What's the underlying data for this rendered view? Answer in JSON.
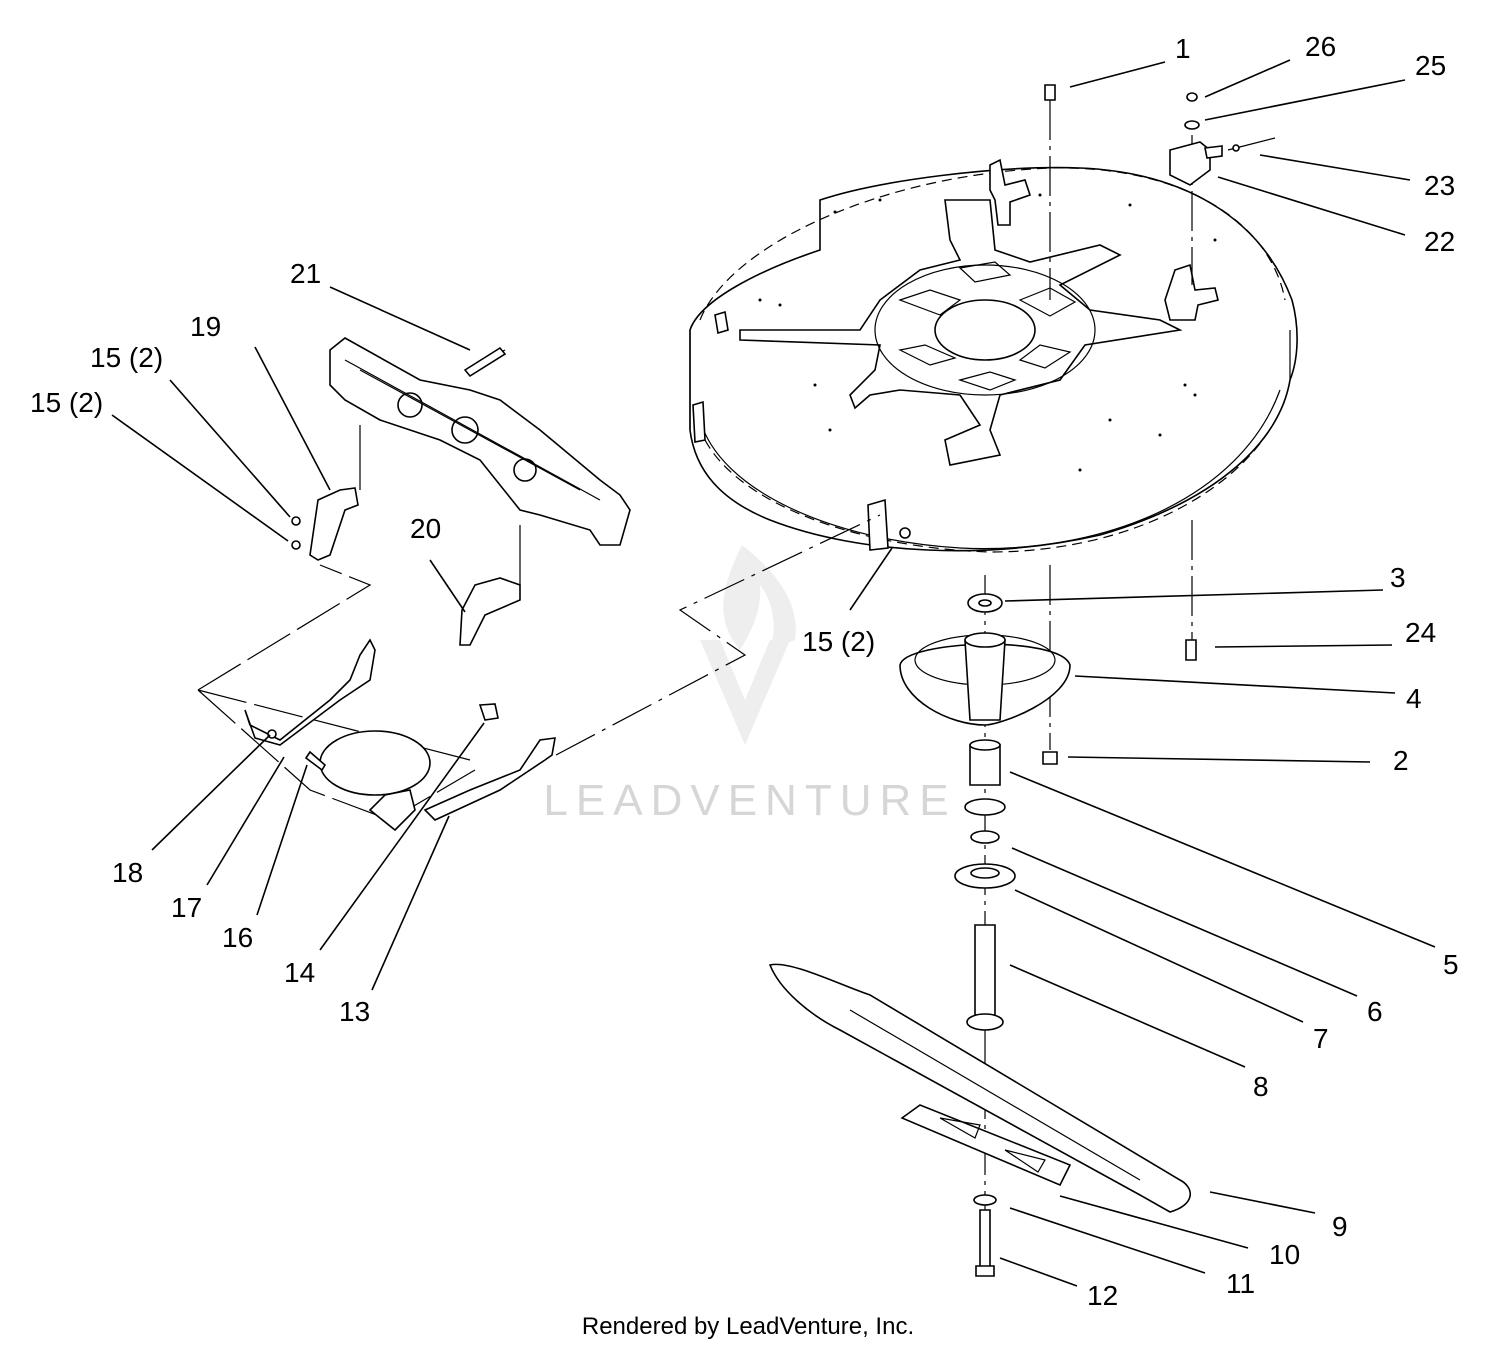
{
  "callouts": [
    {
      "id": "c1",
      "text": "1"
    },
    {
      "id": "c26",
      "text": "26"
    },
    {
      "id": "c25",
      "text": "25"
    },
    {
      "id": "c23",
      "text": "23"
    },
    {
      "id": "c22",
      "text": "22"
    },
    {
      "id": "c21",
      "text": "21"
    },
    {
      "id": "c19",
      "text": "19"
    },
    {
      "id": "c15a",
      "text": "15 (2)"
    },
    {
      "id": "c15b",
      "text": "15 (2)"
    },
    {
      "id": "c20",
      "text": "20"
    },
    {
      "id": "c15c",
      "text": "15 (2)"
    },
    {
      "id": "c3",
      "text": "3"
    },
    {
      "id": "c24",
      "text": "24"
    },
    {
      "id": "c4",
      "text": "4"
    },
    {
      "id": "c2",
      "text": "2"
    },
    {
      "id": "c5",
      "text": "5"
    },
    {
      "id": "c6",
      "text": "6"
    },
    {
      "id": "c7",
      "text": "7"
    },
    {
      "id": "c8",
      "text": "8"
    },
    {
      "id": "c9",
      "text": "9"
    },
    {
      "id": "c10",
      "text": "10"
    },
    {
      "id": "c11",
      "text": "11"
    },
    {
      "id": "c12",
      "text": "12"
    },
    {
      "id": "c18",
      "text": "18"
    },
    {
      "id": "c17",
      "text": "17"
    },
    {
      "id": "c16",
      "text": "16"
    },
    {
      "id": "c14",
      "text": "14"
    },
    {
      "id": "c13",
      "text": "13"
    }
  ],
  "watermark": "LEADVENTURE",
  "footer": "Rendered by LeadVenture, Inc."
}
